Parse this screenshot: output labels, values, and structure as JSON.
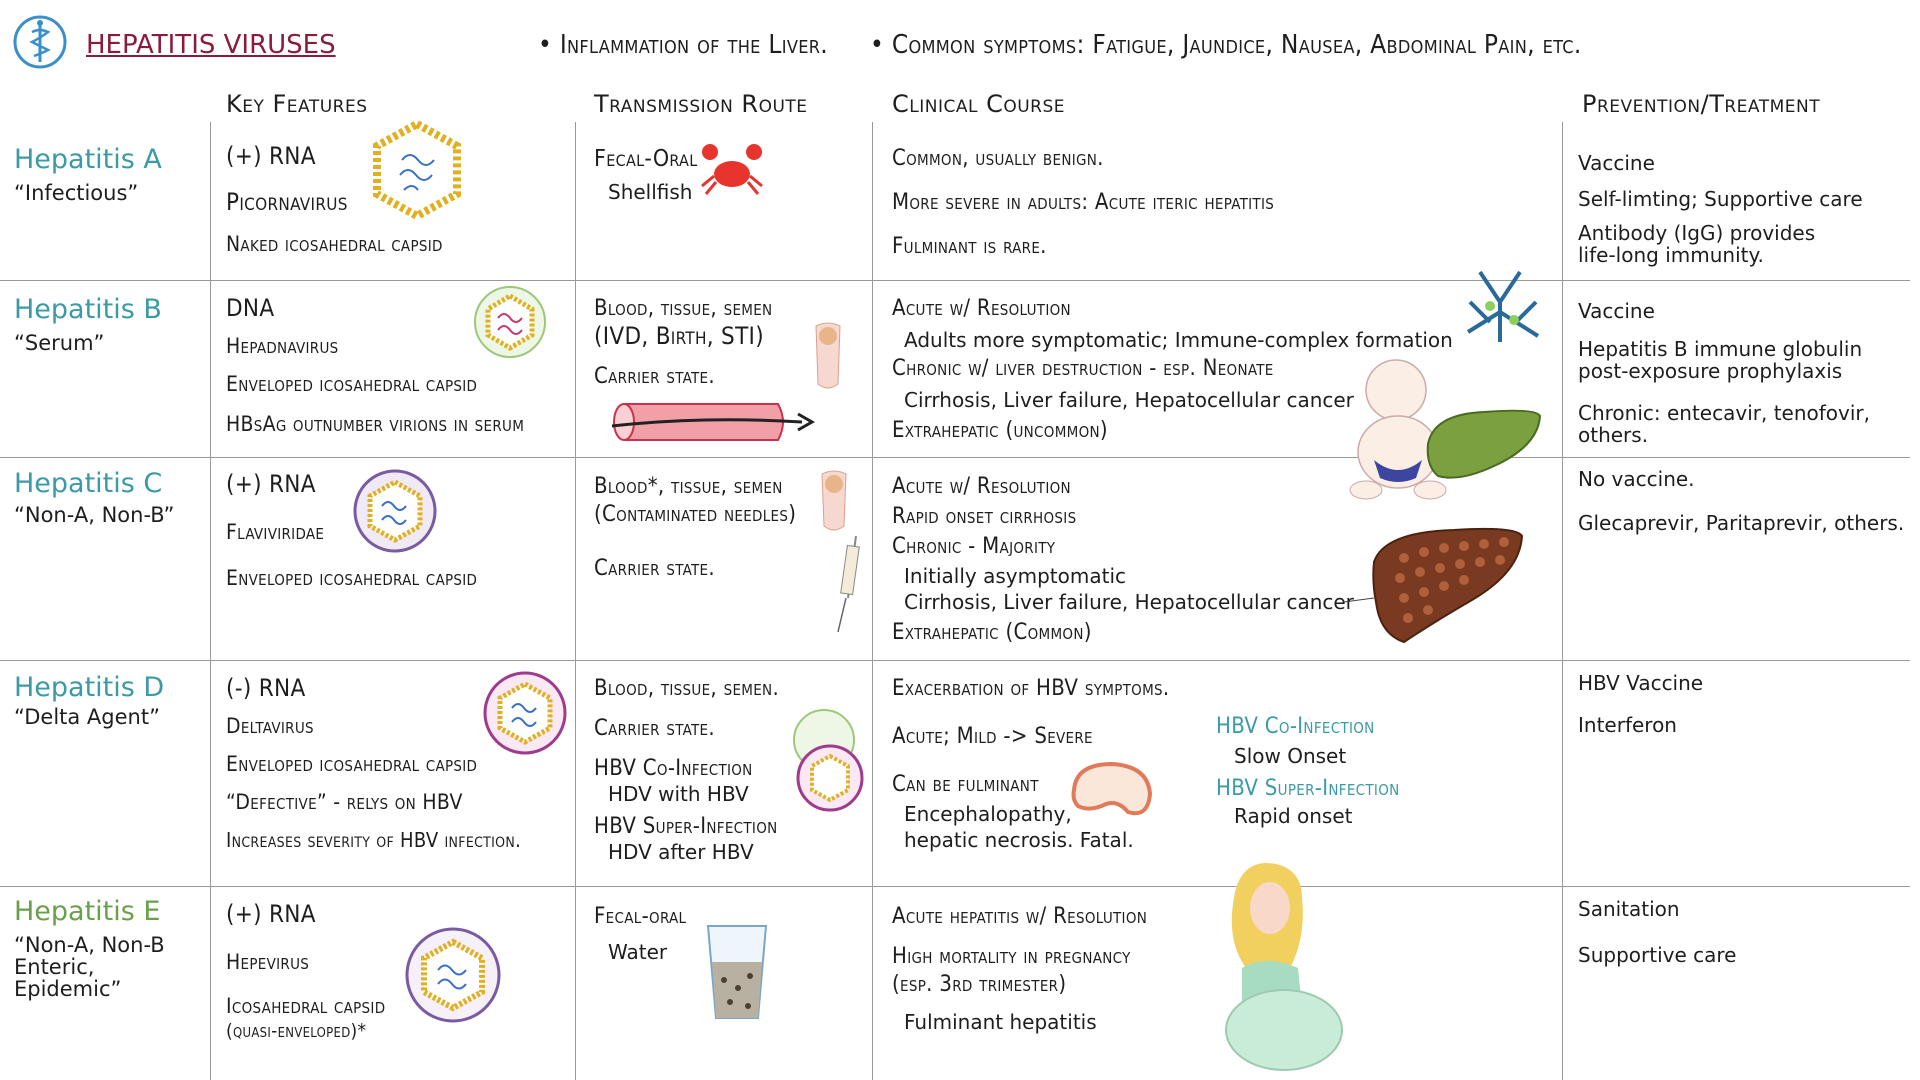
{
  "title": "HEPATITIS VIRUSES",
  "bullets": [
    "Inflammation of the Liver.",
    "Common symptoms: Fatigue, Jaundice, Nausea, Abdominal Pain, etc."
  ],
  "columns": [
    "Key Features",
    "Transmission Route",
    "Clinical Course",
    "Prevention/Treatment"
  ],
  "colors": {
    "title": "#8a1c3a",
    "virus_name": "#3a9aa6",
    "hep_e": "#6aa04a",
    "grid": "#9a9a9a"
  },
  "rows": [
    {
      "name": "Hepatitis A",
      "alias": "“Infectious”",
      "features": [
        "(+) RNA",
        "Picornavirus",
        "Naked icosahedral capsid"
      ],
      "transmission": [
        "Fecal-Oral",
        "Shellfish"
      ],
      "clinical": [
        "Common, usually benign.",
        "More severe in adults: Acute iteric hepatitis",
        "Fulminant is rare."
      ],
      "prevention": [
        "Vaccine",
        "Self-limting; Supportive care",
        "Antibody (IgG) provides life-long immunity."
      ]
    },
    {
      "name": "Hepatitis B",
      "alias": "“Serum”",
      "features": [
        "DNA",
        "Hepadnavirus",
        "Enveloped icosahedral capsid",
        "HBsAg outnumber virions in serum"
      ],
      "transmission": [
        "Blood, tissue, semen",
        "(IVD, Birth, STI)",
        "Carrier state."
      ],
      "clinical": [
        "Acute w/ Resolution",
        "Adults more symptomatic; Immune-complex formation",
        "Chronic  w/ liver destruction - esp. Neonate",
        "Cirrhosis, Liver failure, Hepatocellular cancer",
        "Extrahepatic (uncommon)"
      ],
      "prevention": [
        "Vaccine",
        "Hepatitis B immune globulin post-exposure prophylaxis",
        "Chronic: entecavir, tenofovir, others."
      ]
    },
    {
      "name": "Hepatitis C",
      "alias": "“Non-A, Non-B”",
      "features": [
        "(+) RNA",
        "Flaviviridae",
        "Enveloped icosahedral capsid"
      ],
      "transmission": [
        "Blood*, tissue, semen",
        "(Contaminated needles)",
        "Carrier state."
      ],
      "clinical": [
        "Acute w/ Resolution",
        "Rapid onset cirrhosis",
        "Chronic - Majority",
        "Initially asymptomatic",
        "Cirrhosis, Liver failure, Hepatocellular cancer",
        "Extrahepatic (Common)"
      ],
      "prevention": [
        "No vaccine.",
        "Glecaprevir, Paritaprevir, others."
      ]
    },
    {
      "name": "Hepatitis D",
      "alias": "“Delta Agent”",
      "features": [
        "(-) RNA",
        "Deltavirus",
        "Enveloped icosahedral capsid",
        "“Defective” - relys on HBV",
        "Increases severity of HBV infection."
      ],
      "transmission": [
        "Blood, tissue, semen.",
        "Carrier state.",
        "HBV Co-Infection",
        "HDV with HBV",
        "HBV Super-Infection",
        "HDV after HBV"
      ],
      "clinical": [
        "Exacerbation of HBV symptoms.",
        "Acute; Mild -> Severe",
        "Can be fulminant",
        "Encephalopathy,",
        "hepatic necrosis. Fatal.",
        "HBV Co-Infection",
        "Slow Onset",
        "HBV Super-Infection",
        "Rapid onset"
      ],
      "prevention": [
        "HBV Vaccine",
        "Interferon"
      ]
    },
    {
      "name": "Hepatitis E",
      "alias": "“Non-A, Non-B Enteric, Epidemic”",
      "features": [
        "(+) RNA",
        "Hepevirus",
        "Icosahedral capsid",
        "(quasi-enveloped)*"
      ],
      "transmission": [
        "Fecal-oral",
        "Water"
      ],
      "clinical": [
        "Acute hepatitis w/ Resolution",
        "High mortality in pregnancy",
        "(esp. 3rd trimester)",
        "Fulminant hepatitis"
      ],
      "prevention": [
        "Sanitation",
        "Supportive care"
      ]
    }
  ]
}
